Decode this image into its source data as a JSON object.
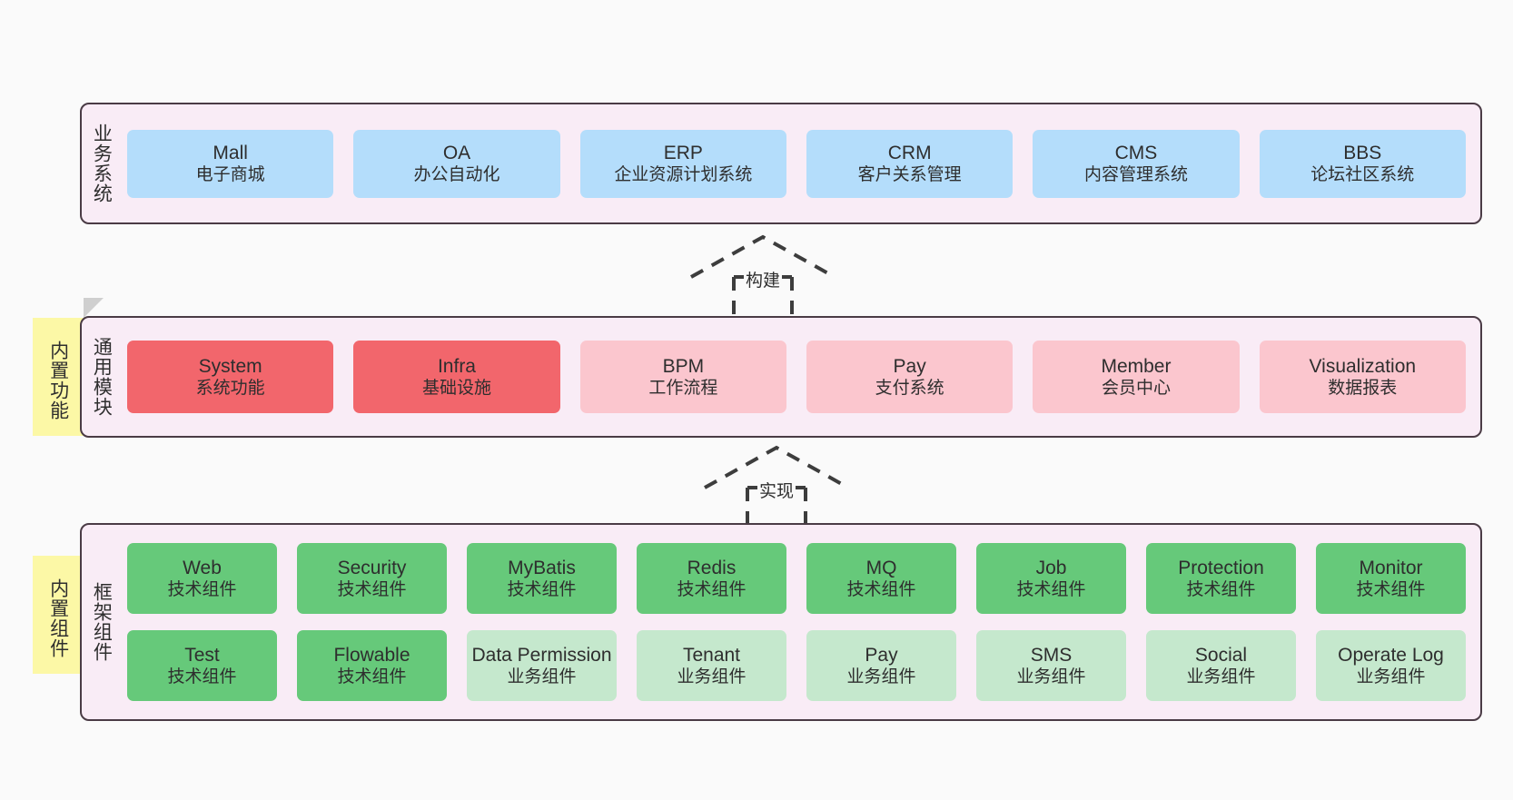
{
  "diagram": {
    "background_color": "#fafafa",
    "panel_background": "#f9ecf6",
    "panel_border": "#4a3b45"
  },
  "rows": {
    "business": {
      "title": "业务系统",
      "card_color": "#b4ddfb",
      "cards": [
        {
          "en": "Mall",
          "cn": "电子商城"
        },
        {
          "en": "OA",
          "cn": "办公自动化"
        },
        {
          "en": "ERP",
          "cn": "企业资源计划系统"
        },
        {
          "en": "CRM",
          "cn": "客户关系管理"
        },
        {
          "en": "CMS",
          "cn": "内容管理系统"
        },
        {
          "en": "BBS",
          "cn": "论坛社区系统"
        }
      ]
    },
    "common": {
      "title": "通用模块",
      "highlight_color": "#f2666c",
      "normal_color": "#fbc6ce",
      "cards": [
        {
          "en": "System",
          "cn": "系统功能",
          "style": "c-red"
        },
        {
          "en": "Infra",
          "cn": "基础设施",
          "style": "c-red"
        },
        {
          "en": "BPM",
          "cn": "工作流程",
          "style": "c-pink"
        },
        {
          "en": "Pay",
          "cn": "支付系统",
          "style": "c-pink"
        },
        {
          "en": "Member",
          "cn": "会员中心",
          "style": "c-pink"
        },
        {
          "en": "Visualization",
          "cn": "数据报表",
          "style": "c-pink"
        }
      ]
    },
    "framework": {
      "title": "框架组件",
      "tech_color": "#66c97a",
      "business_color": "#c5e8cd",
      "row1": [
        {
          "en": "Web",
          "cn": "技术组件",
          "style": "c-green"
        },
        {
          "en": "Security",
          "cn": "技术组件",
          "style": "c-green"
        },
        {
          "en": "MyBatis",
          "cn": "技术组件",
          "style": "c-green"
        },
        {
          "en": "Redis",
          "cn": "技术组件",
          "style": "c-green"
        },
        {
          "en": "MQ",
          "cn": "技术组件",
          "style": "c-green"
        },
        {
          "en": "Job",
          "cn": "技术组件",
          "style": "c-green"
        },
        {
          "en": "Protection",
          "cn": "技术组件",
          "style": "c-green"
        },
        {
          "en": "Monitor",
          "cn": "技术组件",
          "style": "c-green"
        }
      ],
      "row2": [
        {
          "en": "Test",
          "cn": "技术组件",
          "style": "c-green"
        },
        {
          "en": "Flowable",
          "cn": "技术组件",
          "style": "c-green"
        },
        {
          "en": "Data Permission",
          "cn": "业务组件",
          "style": "c-lgreen"
        },
        {
          "en": "Tenant",
          "cn": "业务组件",
          "style": "c-lgreen"
        },
        {
          "en": "Pay",
          "cn": "业务组件",
          "style": "c-lgreen"
        },
        {
          "en": "SMS",
          "cn": "业务组件",
          "style": "c-lgreen"
        },
        {
          "en": "Social",
          "cn": "业务组件",
          "style": "c-lgreen"
        },
        {
          "en": "Operate Log",
          "cn": "业务组件",
          "style": "c-lgreen"
        }
      ]
    }
  },
  "arrows": [
    {
      "label": "构建",
      "name": "arrow-build"
    },
    {
      "label": "实现",
      "name": "arrow-implement"
    }
  ],
  "notes": [
    {
      "label": "内置功能",
      "color": "#fcf8a6"
    },
    {
      "label": "内置组件",
      "color": "#fcf8a6"
    }
  ]
}
